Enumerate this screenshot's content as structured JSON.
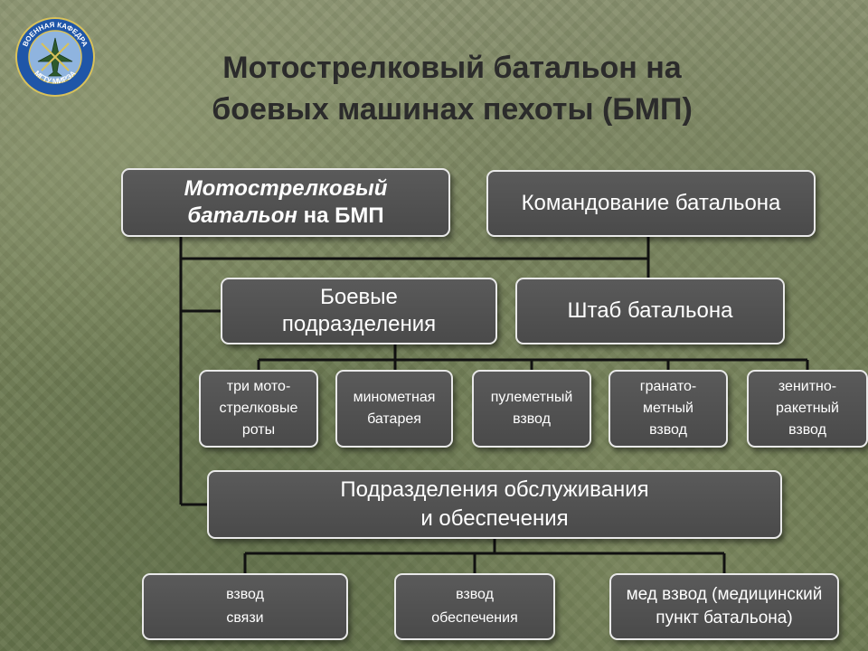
{
  "logo": {
    "text_top": "ВОЕННАЯ КАФЕДРА",
    "text_bottom": "МГТУ МИРЭА",
    "ring_color": "#1f56a8",
    "inner_color": "#8fb4df"
  },
  "title": {
    "line1": "Мотострелковый батальон на",
    "line2": "боевых машинах пехоты (БМП)"
  },
  "boxes": {
    "main": {
      "part1": "Мотострелковый",
      "part2_italic": "батальон",
      "part2_rest": " на БМП"
    },
    "command": {
      "label": "Командование батальона"
    },
    "combat": {
      "line1": "Боевые",
      "line2": "подразделения"
    },
    "hq": {
      "label": "Штаб батальона"
    },
    "units": [
      {
        "line1": "три мото-",
        "line2": "стрелковые",
        "line3": "роты"
      },
      {
        "line1": "минометная",
        "line2": "батарея"
      },
      {
        "line1": "пулеметный",
        "line2": "взвод"
      },
      {
        "line1": "гранато-",
        "line2": "метный",
        "line3": "взвод"
      },
      {
        "line1": "зенитно-",
        "line2": "ракетный",
        "line3": "взвод"
      }
    ],
    "service": {
      "line1": "Подразделения обслуживания",
      "line2": "и обеспечения"
    },
    "bottom": [
      {
        "line1": "взвод",
        "line2": "связи"
      },
      {
        "line1": "взвод",
        "line2": "обеспечения"
      },
      {
        "line1": "мед взвод (медицинский",
        "line2": "пункт батальона)"
      }
    ]
  },
  "colors": {
    "box_fill": "#505050",
    "box_border": "#e9e9e9",
    "connector": "#111111",
    "title": "#2b2b2b"
  }
}
